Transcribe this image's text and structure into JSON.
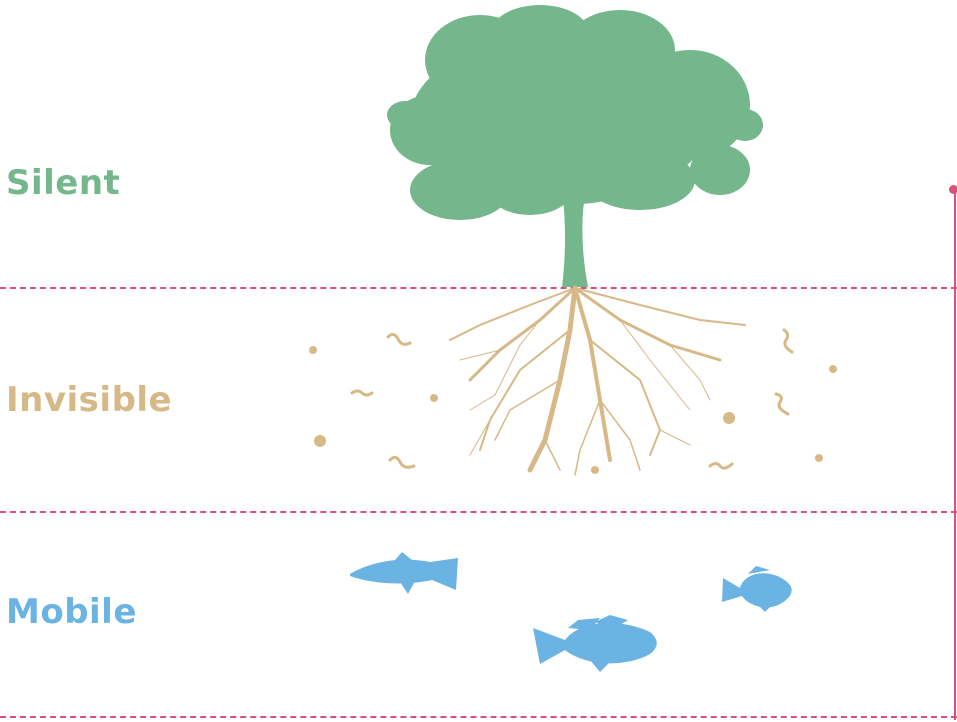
{
  "layers": [
    {
      "id": "silent",
      "label": "Silent"
    },
    {
      "id": "invisible",
      "label": "Invisible"
    },
    {
      "id": "mobile",
      "label": "Mobile"
    }
  ],
  "colors": {
    "silent": "#74b78c",
    "invisible": "#d7b887",
    "mobile": "#6bb3e3",
    "divider": "#d9507a"
  },
  "icons": [
    "tree-icon",
    "roots-icon",
    "soil-particle-icon",
    "worm-icon",
    "trout-icon",
    "perch-icon",
    "sunfish-icon"
  ]
}
